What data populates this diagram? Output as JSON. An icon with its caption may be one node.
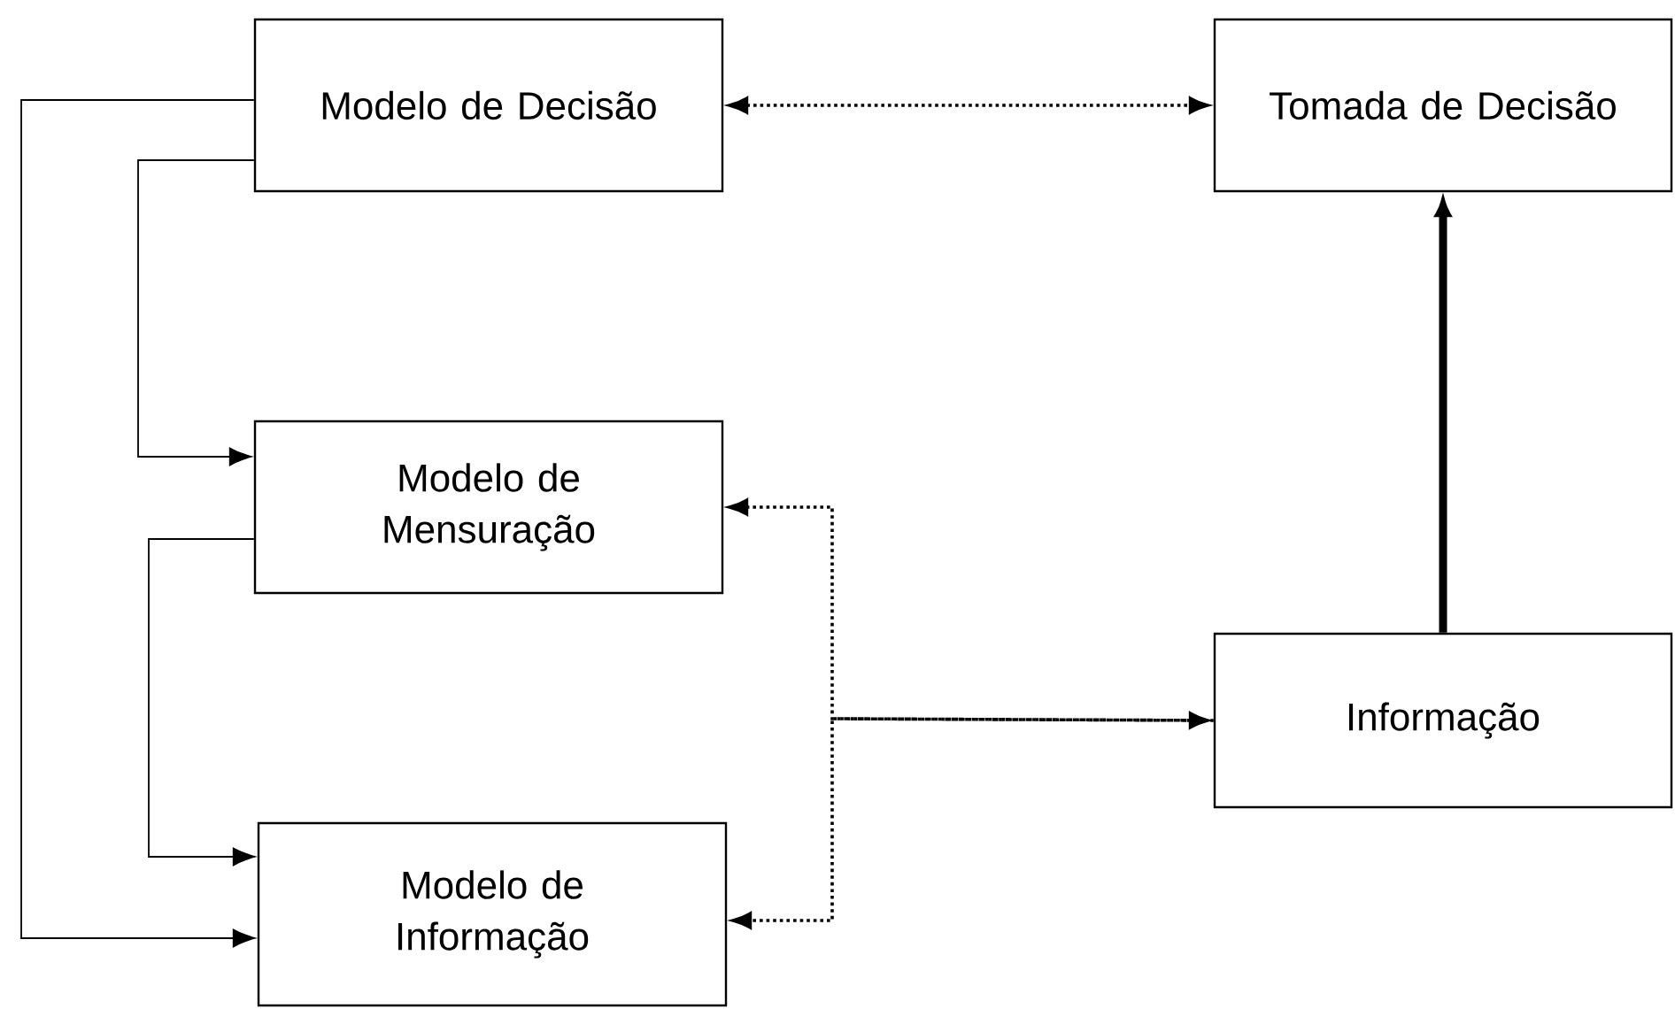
{
  "diagram": {
    "nodes": [
      {
        "text": [
          "Modelo de Decisão"
        ]
      },
      {
        "text": [
          "Tomada de Decisão"
        ]
      },
      {
        "text": [
          "Modelo de Mensuração"
        ]
      },
      {
        "text": [
          "Informação"
        ]
      },
      {
        "text": [
          "Modelo de Informação"
        ]
      }
    ],
    "edges": [
      {
        "from": 0,
        "to": 1,
        "arrow": "both",
        "style": "dashed"
      },
      {
        "from": 0,
        "to": 2,
        "arrow": "to"
      },
      {
        "from": 0,
        "to": 4,
        "arrow": "to"
      },
      {
        "from": 2,
        "to": 4,
        "arrow": "to"
      },
      {
        "from": 3,
        "to": 1,
        "arrow": "to",
        "style": "thick"
      },
      {
        "from": 3,
        "to": 2,
        "arrow": "both",
        "style": "dashed"
      },
      {
        "from": 3,
        "to": 4,
        "arrow": "to",
        "style": "dashed"
      }
    ]
  }
}
